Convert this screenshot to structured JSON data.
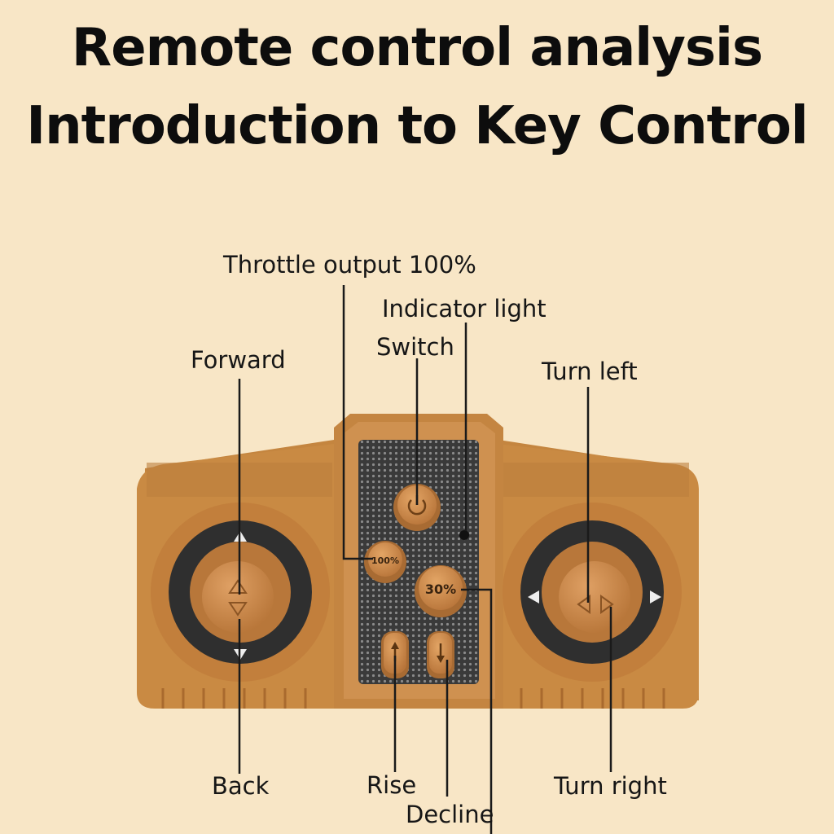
{
  "heading": {
    "line1": "Remote control analysis",
    "line2": "Introduction to Key Control"
  },
  "labels": {
    "throttle": "Throttle output 100%",
    "indicator": "Indicator light",
    "switch": "Switch",
    "forward": "Forward",
    "turn_left": "Turn left",
    "back": "Back",
    "rise": "Rise",
    "decline": "Decline",
    "turn_right": "Turn right"
  },
  "buttons": {
    "btn_100": "100%",
    "btn_30": "30%"
  },
  "colors": {
    "background": "#f8e6c6",
    "body": "#c98a43",
    "panel": "#3c3c3c",
    "stick_ring": "#2f2f2f"
  }
}
